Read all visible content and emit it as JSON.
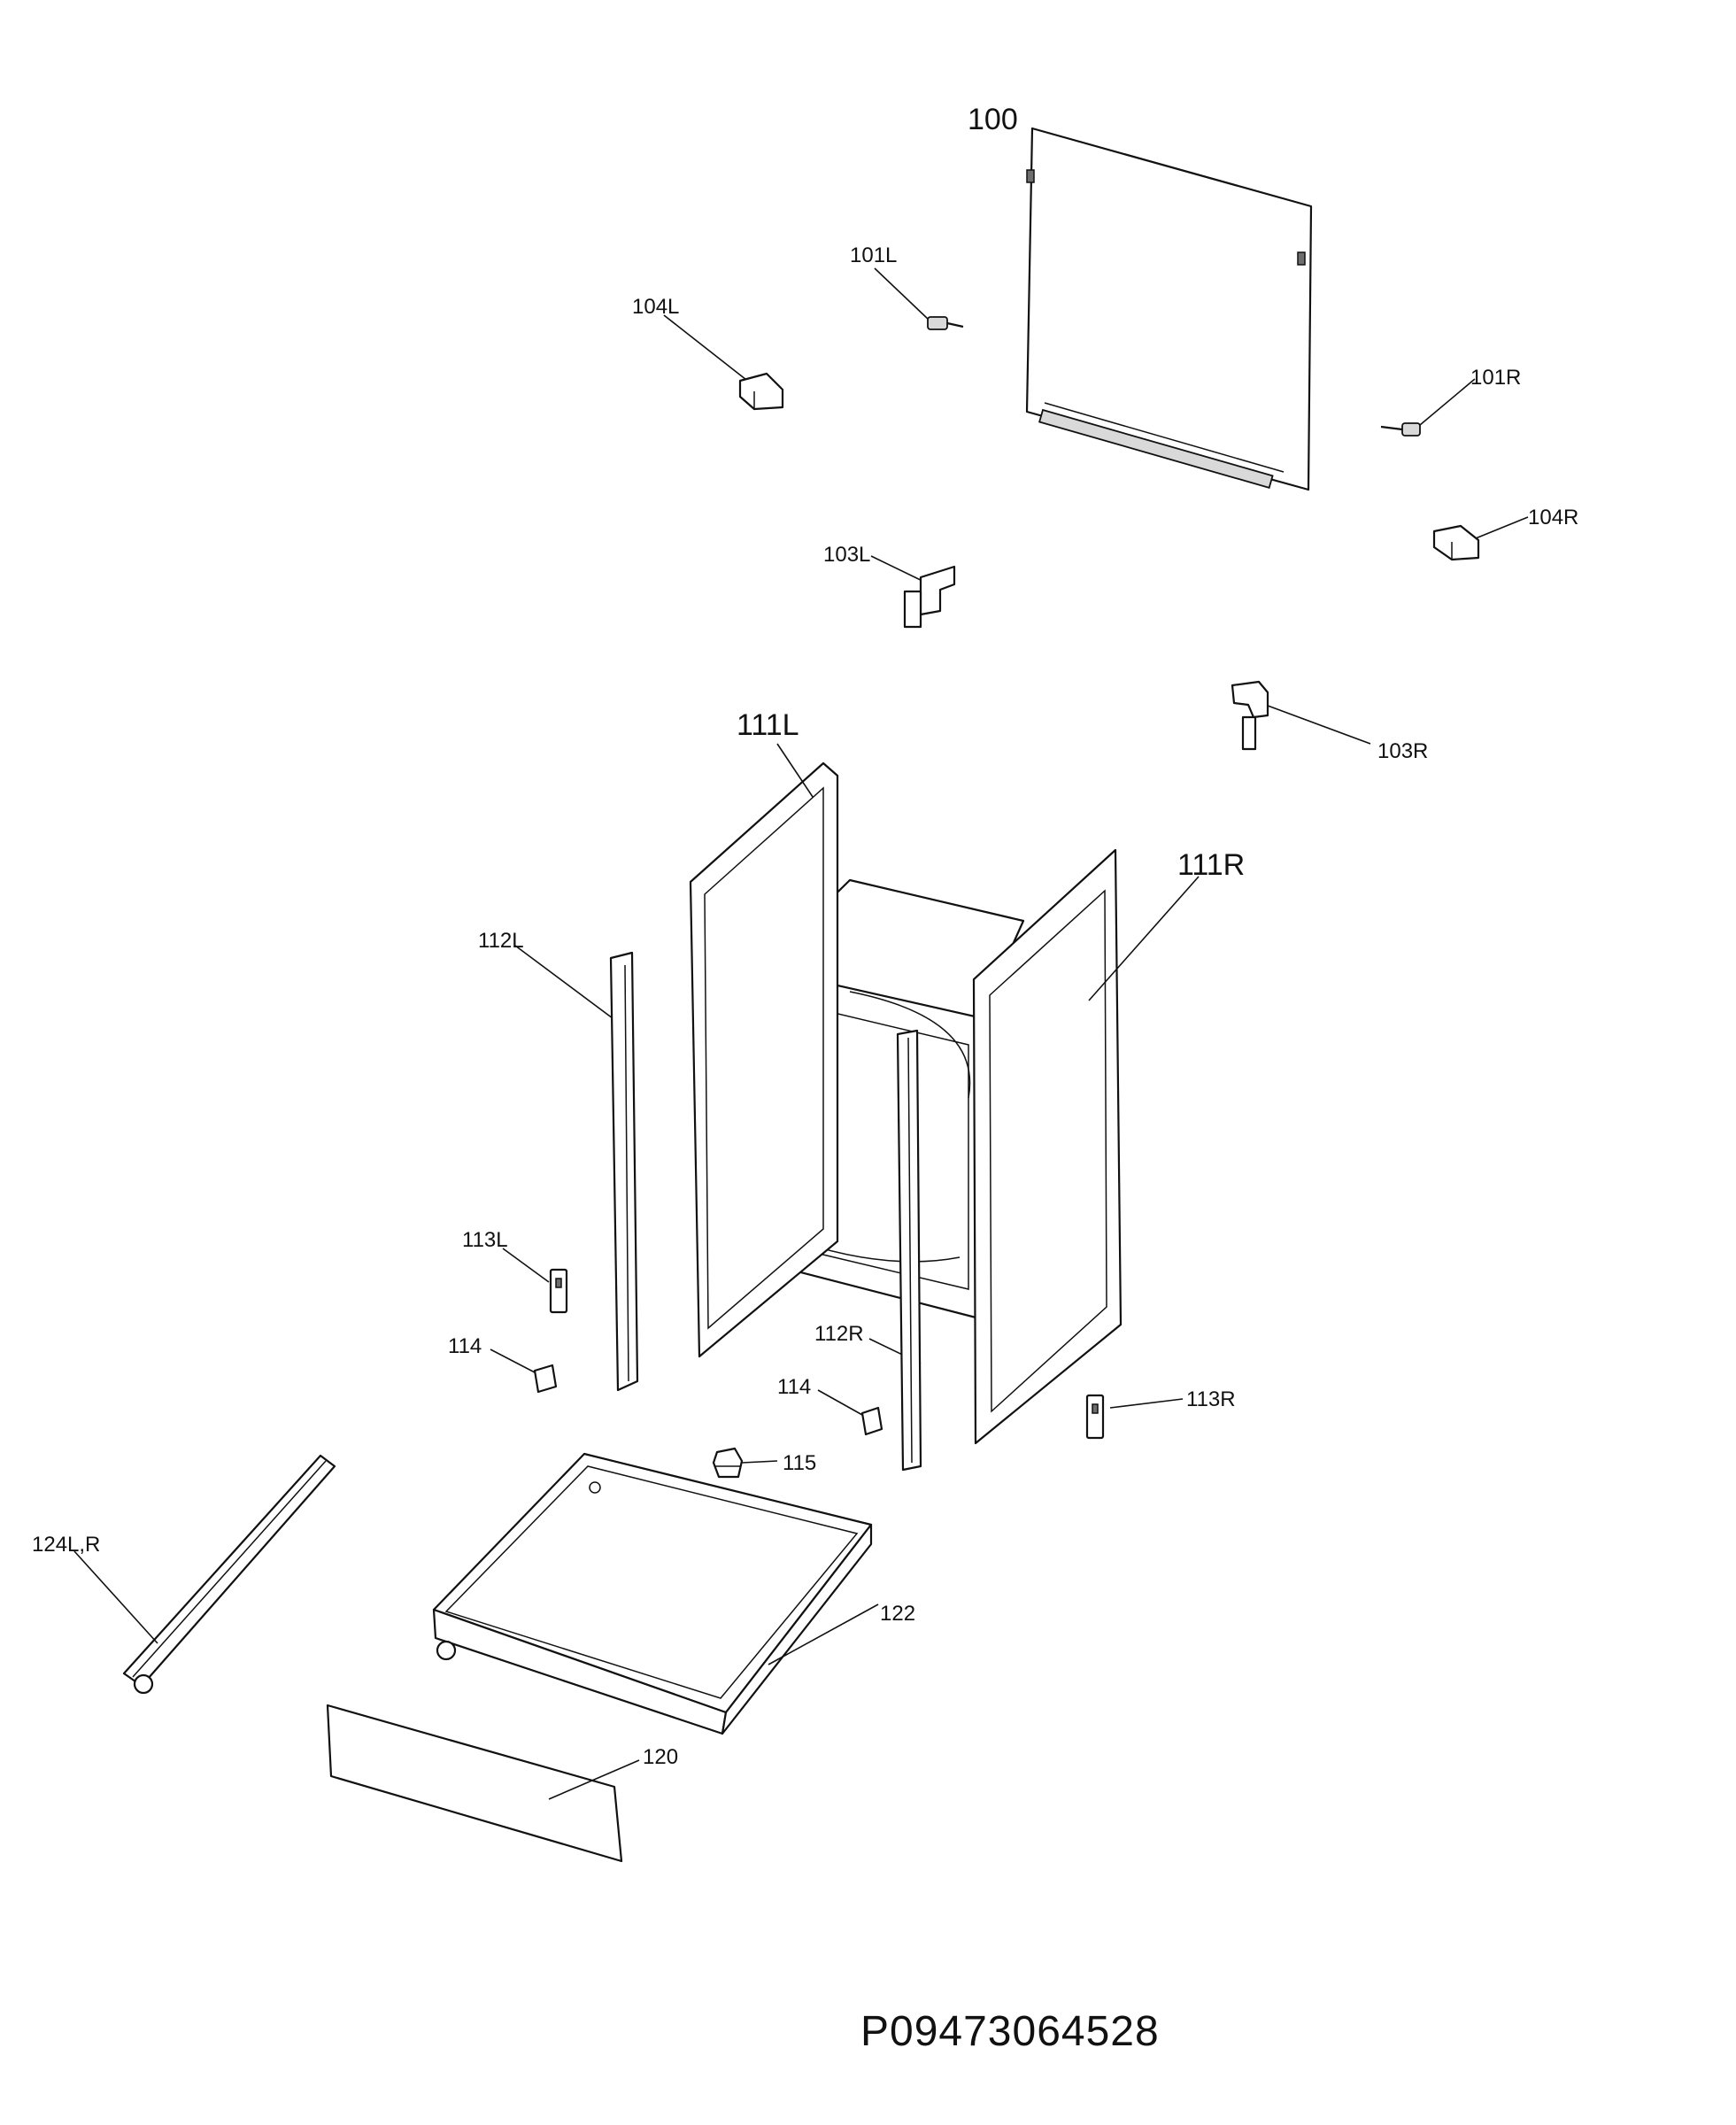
{
  "labels": {
    "p100": "100",
    "p101L": "101L",
    "p101R": "101R",
    "p103L": "103L",
    "p103R": "103R",
    "p104L": "104L",
    "p104R": "104R",
    "p111L": "111L",
    "p111R": "111R",
    "p112L": "112L",
    "p112R": "112R",
    "p113L": "113L",
    "p113R": "113R",
    "p114a": "114",
    "p114b": "114",
    "p115": "115",
    "p120": "120",
    "p122": "122",
    "p124": "124L,R"
  },
  "diagram_code": "P09473064528"
}
